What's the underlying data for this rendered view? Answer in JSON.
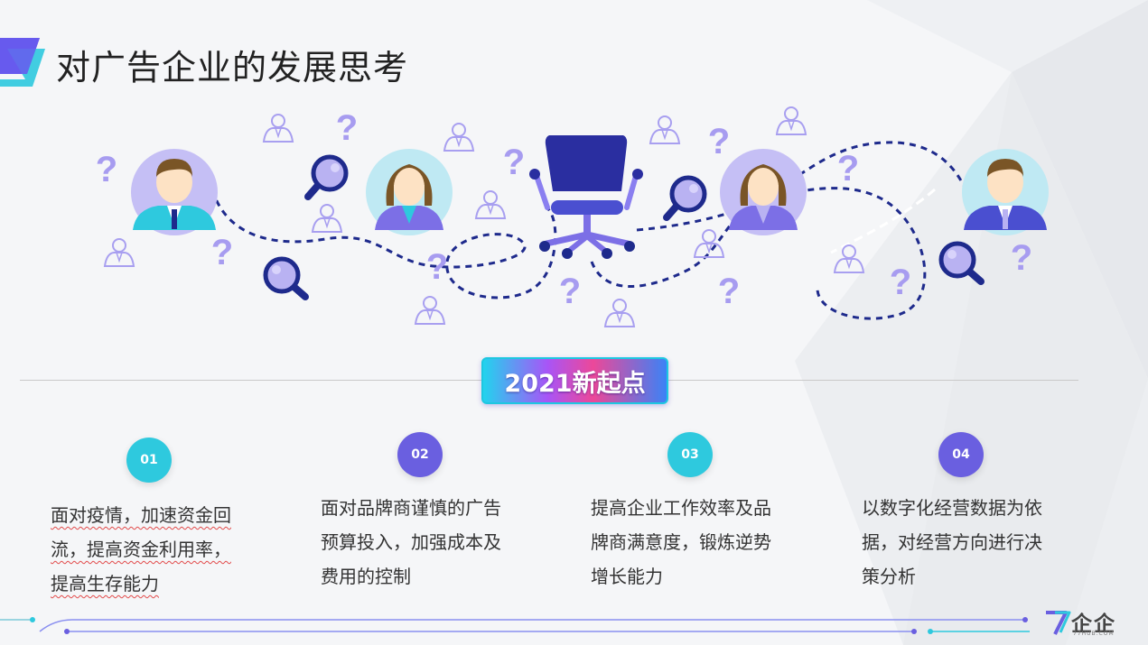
{
  "slide": {
    "title": "对广告企业的发展思考",
    "banner": "2021新起点"
  },
  "items": [
    {
      "number": "01",
      "lines": [
        "面对疫情，加速资金回",
        "流，提高资金利用率，",
        "提高生存能力"
      ]
    },
    {
      "number": "02",
      "lines": [
        "面对品牌商谨慎的广告",
        "预算投入，加强成本及",
        "费用的控制"
      ]
    },
    {
      "number": "03",
      "lines": [
        "提高企业工作效率及品",
        "牌商满意度，锻炼逆势",
        "增长能力"
      ]
    },
    {
      "number": "04",
      "lines": [
        "以数字化经营数据为依",
        "据，对经营方向进行决",
        "策分析"
      ]
    }
  ],
  "logo": {
    "text": "企企",
    "sub": "77HUB.COM"
  },
  "colors": {
    "teal": "#2ec9de",
    "purple": "#6a5fe0",
    "navy": "#1e2a8c",
    "lavender": "#b9b2f2",
    "accent": "#a79cf0"
  },
  "icons": [
    "question-mark-icon",
    "magnifier-icon",
    "person-icon",
    "office-chair-icon"
  ]
}
